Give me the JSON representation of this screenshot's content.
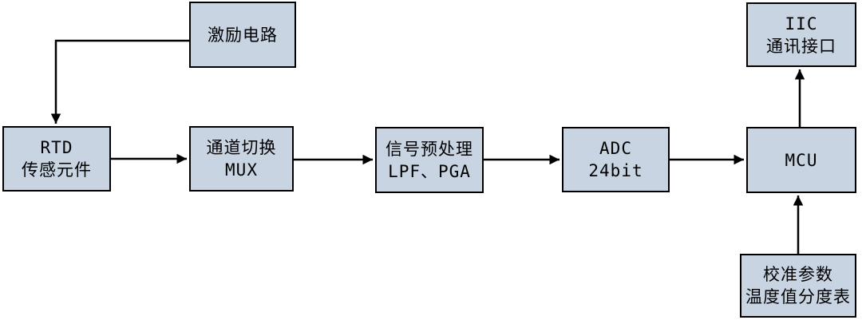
{
  "blocks": {
    "excitation": {
      "line1": "激励电路"
    },
    "rtd": {
      "line1": "RTD",
      "line2": "传感元件"
    },
    "mux": {
      "line1": "通道切换",
      "line2": "MUX"
    },
    "preprocess": {
      "line1": "信号预处理",
      "line2": "LPF、PGA"
    },
    "adc": {
      "line1": "ADC",
      "line2": "24bit"
    },
    "mcu": {
      "line1": "MCU"
    },
    "iic": {
      "line1": "IIC",
      "line2": "通讯接口"
    },
    "calibration": {
      "line1": "校准参数",
      "line2": "温度值分度表"
    }
  },
  "connections": [
    {
      "from": "excitation",
      "to": "rtd",
      "style": "elbow-down"
    },
    {
      "from": "rtd",
      "to": "mux",
      "style": "right"
    },
    {
      "from": "mux",
      "to": "preprocess",
      "style": "right"
    },
    {
      "from": "preprocess",
      "to": "adc",
      "style": "right"
    },
    {
      "from": "adc",
      "to": "mcu",
      "style": "right"
    },
    {
      "from": "mcu",
      "to": "iic",
      "style": "up"
    },
    {
      "from": "calibration",
      "to": "mcu",
      "style": "up"
    }
  ],
  "colors": {
    "block_fill": "#C8D4E2",
    "block_border": "#000000",
    "connector": "#000000",
    "text": "#000000",
    "background": "#FFFFFF"
  }
}
